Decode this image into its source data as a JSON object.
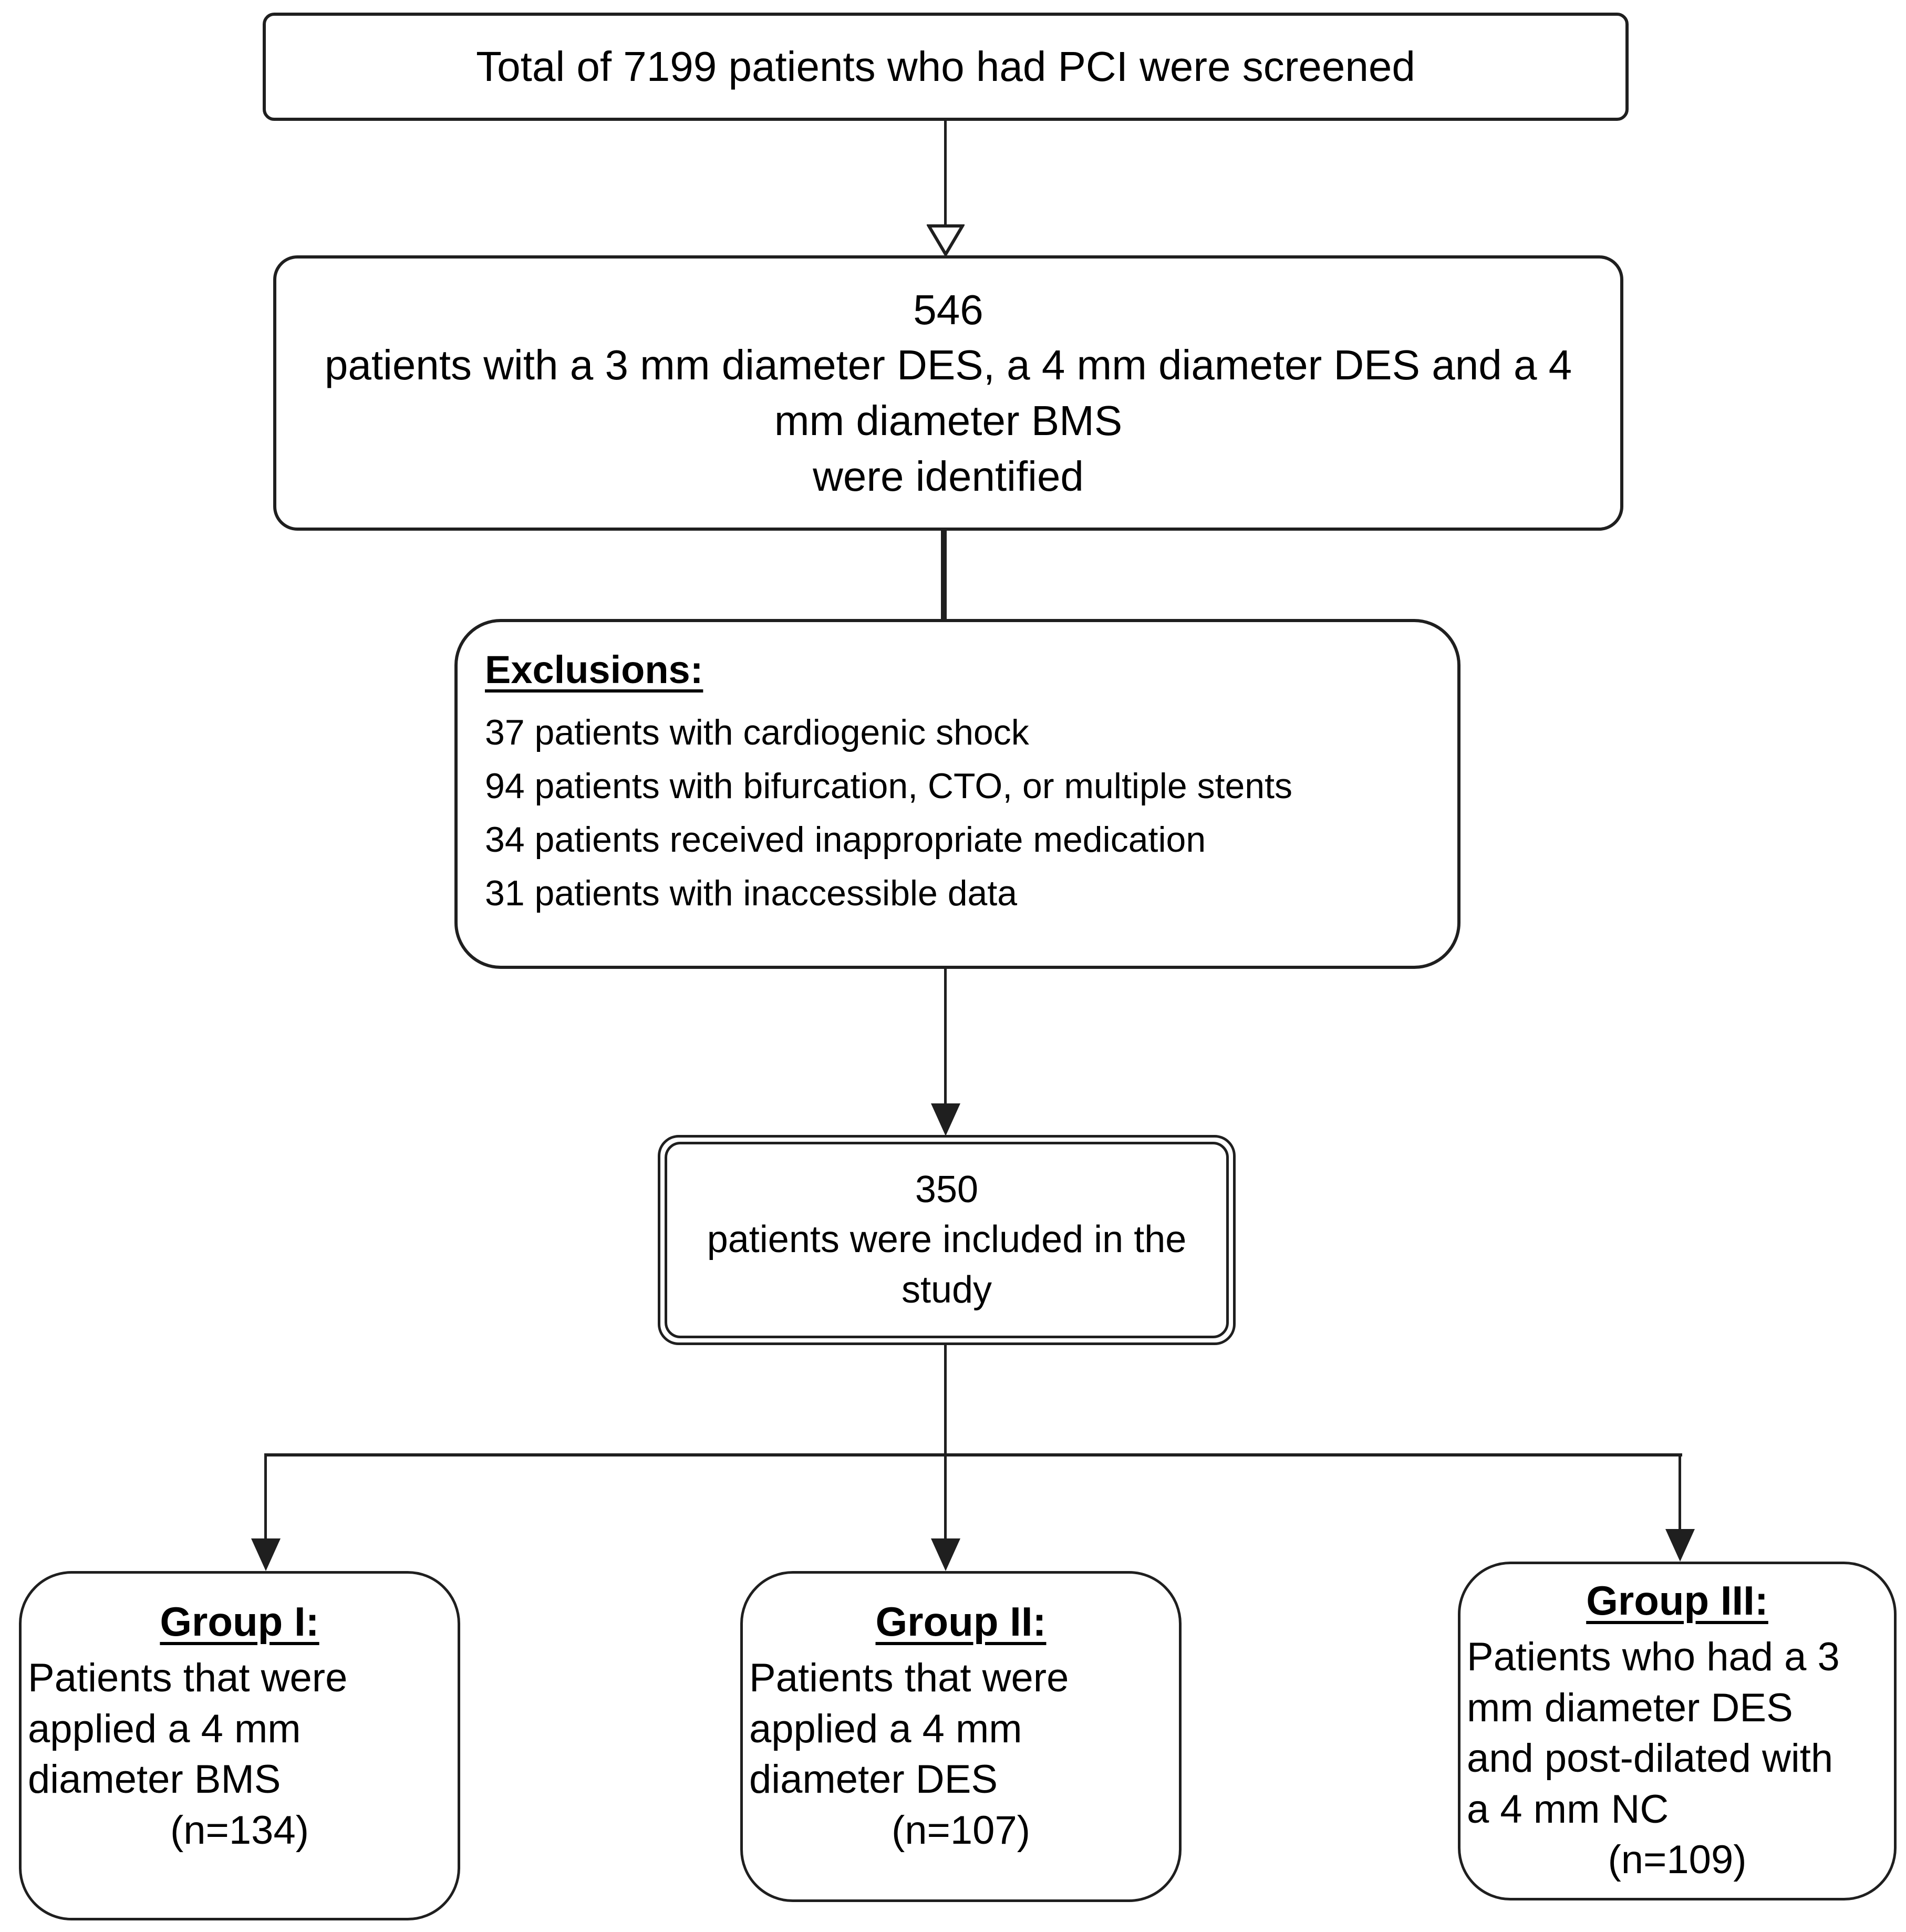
{
  "diagram": {
    "colors": {
      "background": "#ffffff",
      "line": "#1f1f1f",
      "text": "#000000"
    },
    "boxes": {
      "screened": {
        "text": "Total of 7199 patients who had PCI were screened"
      },
      "identified": {
        "lines": [
          "546",
          "patients with a 3 mm diameter DES, a 4 mm diameter DES and a 4",
          "mm diameter BMS",
          "were identified"
        ]
      },
      "exclusions": {
        "heading": "Exclusions:",
        "items": [
          "37 patients with cardiogenic shock",
          "94 patients with bifurcation, CTO, or multiple stents",
          "34 patients received inappropriate medication",
          "31 patients with inaccessible data"
        ]
      },
      "included": {
        "lines": [
          "350",
          "patients were included in the",
          "study"
        ]
      },
      "group1": {
        "heading": "Group I:",
        "body": [
          "Patients that were",
          "applied a 4 mm",
          "diameter BMS"
        ],
        "n": "(n=134)"
      },
      "group2": {
        "heading": "Group II:",
        "body": [
          "Patients that were",
          "applied a 4 mm",
          "diameter DES"
        ],
        "n": "(n=107)"
      },
      "group3": {
        "heading": "Group III:",
        "body": [
          "Patients who had a 3",
          "mm diameter DES",
          "and post-dilated with",
          "a 4 mm NC"
        ],
        "n": "(n=109)"
      }
    }
  }
}
